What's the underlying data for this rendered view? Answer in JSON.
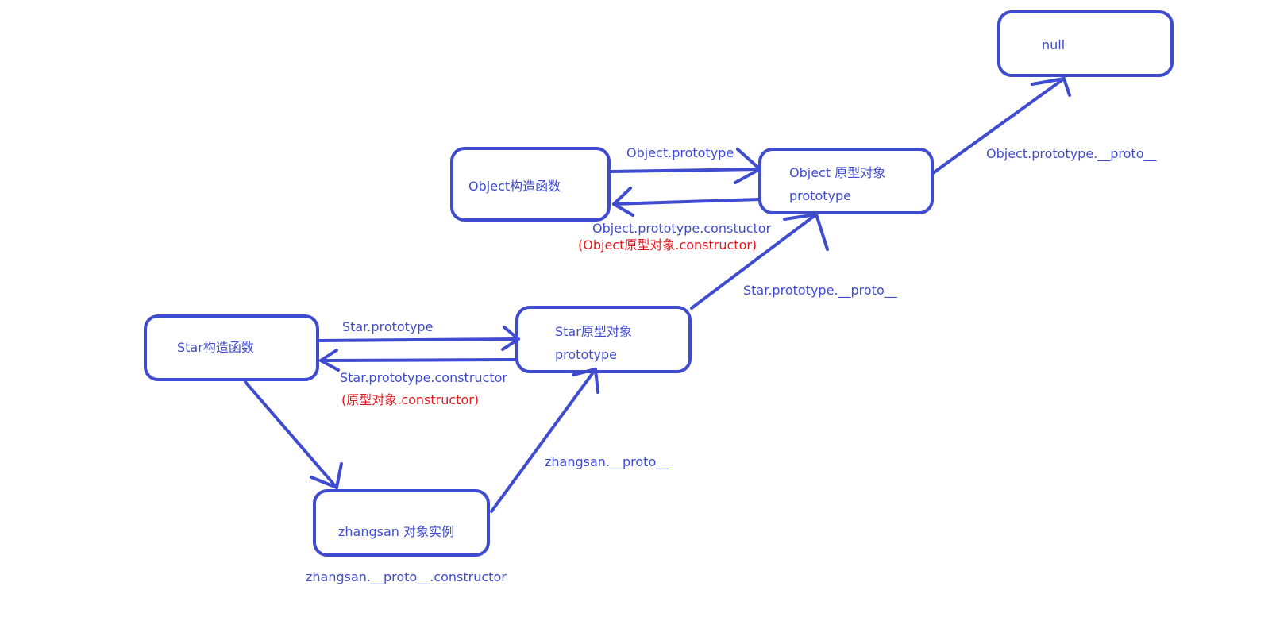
{
  "nodes": {
    "null_box": {
      "label": "null"
    },
    "object_ctor": {
      "label": "Object构造函数"
    },
    "object_proto": {
      "line1": "Object 原型对象",
      "line2": "prototype"
    },
    "star_ctor": {
      "label": "Star构造函数"
    },
    "star_proto": {
      "line1": "Star原型对象",
      "line2": "prototype"
    },
    "zhangsan": {
      "label": "zhangsan 对象实例"
    }
  },
  "edges": {
    "object_prototype": "Object.prototype",
    "object_proto_constructor": "Object.prototype.constuctor",
    "object_proto_constructor_note": "(Object原型对象.constructor)",
    "object_prototype_proto": "Object.prototype.__proto__",
    "star_prototype_proto": "Star.prototype.__proto__",
    "star_prototype": "Star.prototype",
    "star_proto_constructor": "Star.prototype.constructor",
    "star_proto_constructor_note": "(原型对象.constructor)",
    "zhangsan_proto": "zhangsan.__proto__",
    "zhangsan_proto_constructor": "zhangsan.__proto__.constructor"
  },
  "colors": {
    "stroke": "#3f4ccf",
    "text_blue": "#3f4ccf",
    "text_red": "#e0191e",
    "background": "#ffffff"
  }
}
